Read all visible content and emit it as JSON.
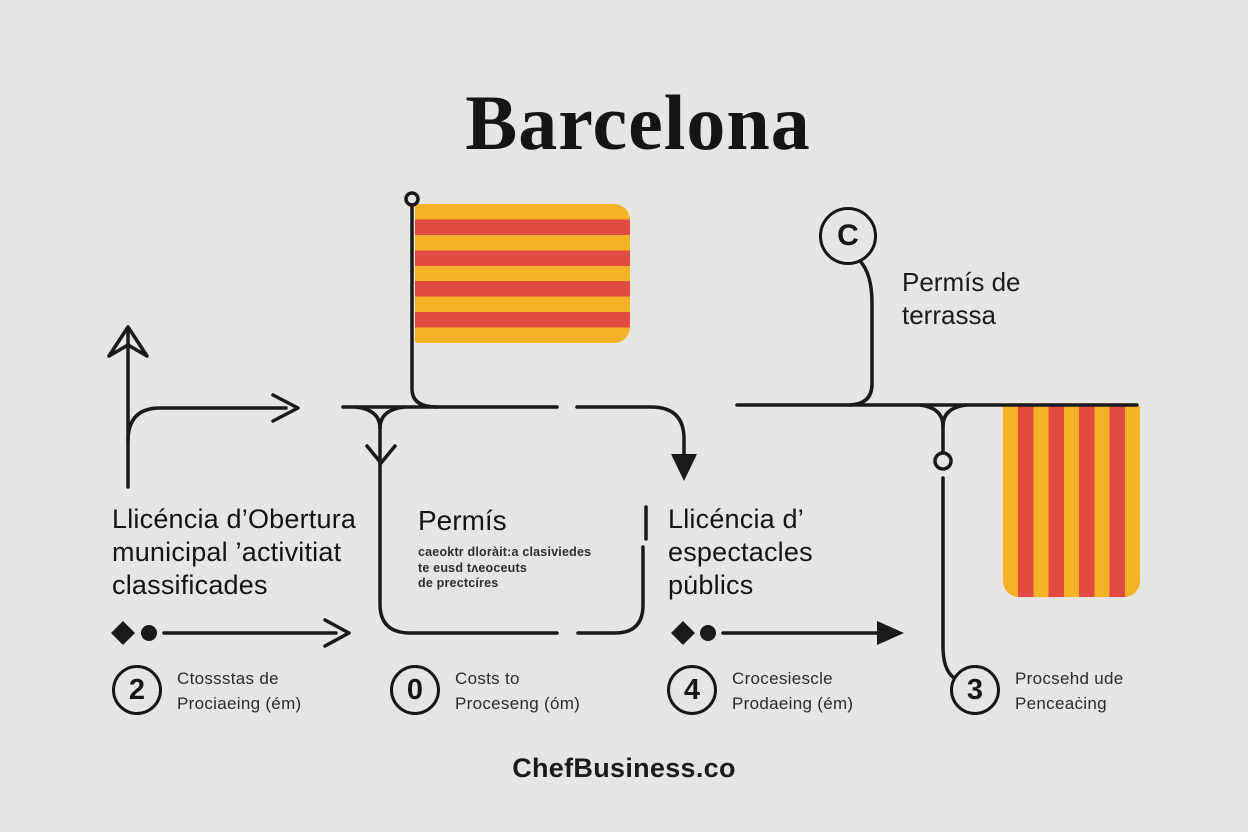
{
  "title": "Barcelona",
  "footer": "ChefBusiness.co",
  "colors": {
    "background": "#E7E5E2",
    "line": "#1A1A1A",
    "flag_yellow": "#F6B226",
    "flag_red": "#E24B41",
    "text_primary": "#161616",
    "text_secondary": "#2E2E2E"
  },
  "flags": [
    {
      "name": "catalan-flag-horizontal",
      "orientation": "horizontal",
      "stripes": 9
    },
    {
      "name": "catalan-flag-vertical",
      "orientation": "vertical",
      "stripes": 9
    }
  ],
  "terrace_node": {
    "badge": "C",
    "label_lines": [
      "Permís de",
      "terrassa"
    ]
  },
  "blocks": [
    {
      "lines": [
        "Llicéncia d’Obertura",
        "municipal ’activitiat",
        "classificades"
      ]
    },
    {
      "title": "Permís",
      "sub_lines": [
        "caeoktr dloràit:a clasiviedes",
        "te eusd tʌeoceuts",
        "de prectcíres"
      ]
    },
    {
      "lines": [
        "Llicéncia d’",
        "espectacles",
        "pu̇blics"
      ]
    }
  ],
  "steps": [
    {
      "number": "2",
      "label_lines": [
        "Ctossstas de",
        "Prociaeing (ém)"
      ]
    },
    {
      "number": "0",
      "label_lines": [
        "Costs to",
        "Proceseng (óm)"
      ]
    },
    {
      "number": "4",
      "label_lines": [
        "Crocesiescle",
        "Prodaeing (ém)"
      ]
    },
    {
      "number": "3",
      "label_lines": [
        "Procsehd ude",
        "Penceaċing"
      ]
    }
  ],
  "icons": {
    "up-arrow-icon": "△",
    "right-chevron-arrow-icon": "›",
    "down-chevron-arrow-icon": "⌄",
    "down-filled-arrow-icon": "▼",
    "right-filled-arrow-icon": "▶",
    "diamond-bullet-icon": "◆",
    "dot-bullet-icon": "●",
    "ring-node-icon": "○"
  }
}
